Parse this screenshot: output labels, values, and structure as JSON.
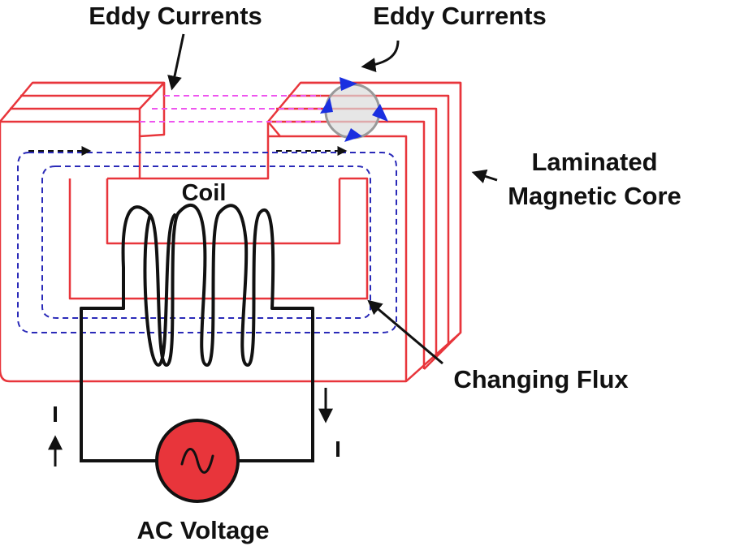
{
  "labels": {
    "eddy_left": "Eddy Currents",
    "eddy_right": "Eddy Currents",
    "laminated_line1": "Laminated",
    "laminated_line2": "Magnetic Core",
    "coil": "Coil",
    "changing_flux": "Changing Flux",
    "ac_voltage": "AC Voltage",
    "current_left": "I",
    "current_right": "I"
  },
  "colors": {
    "core": "#e8353b",
    "coil": "#111111",
    "flux": "#2a2ab8",
    "eddy_flux": "#ee55ee",
    "eddy_arrows": "#1a2fe0",
    "eddy_circle_fill": "#dcdcdc",
    "ac_source": "#e8353b",
    "text": "#111111"
  },
  "icons": {
    "ac_source": "sine-wave-icon"
  }
}
